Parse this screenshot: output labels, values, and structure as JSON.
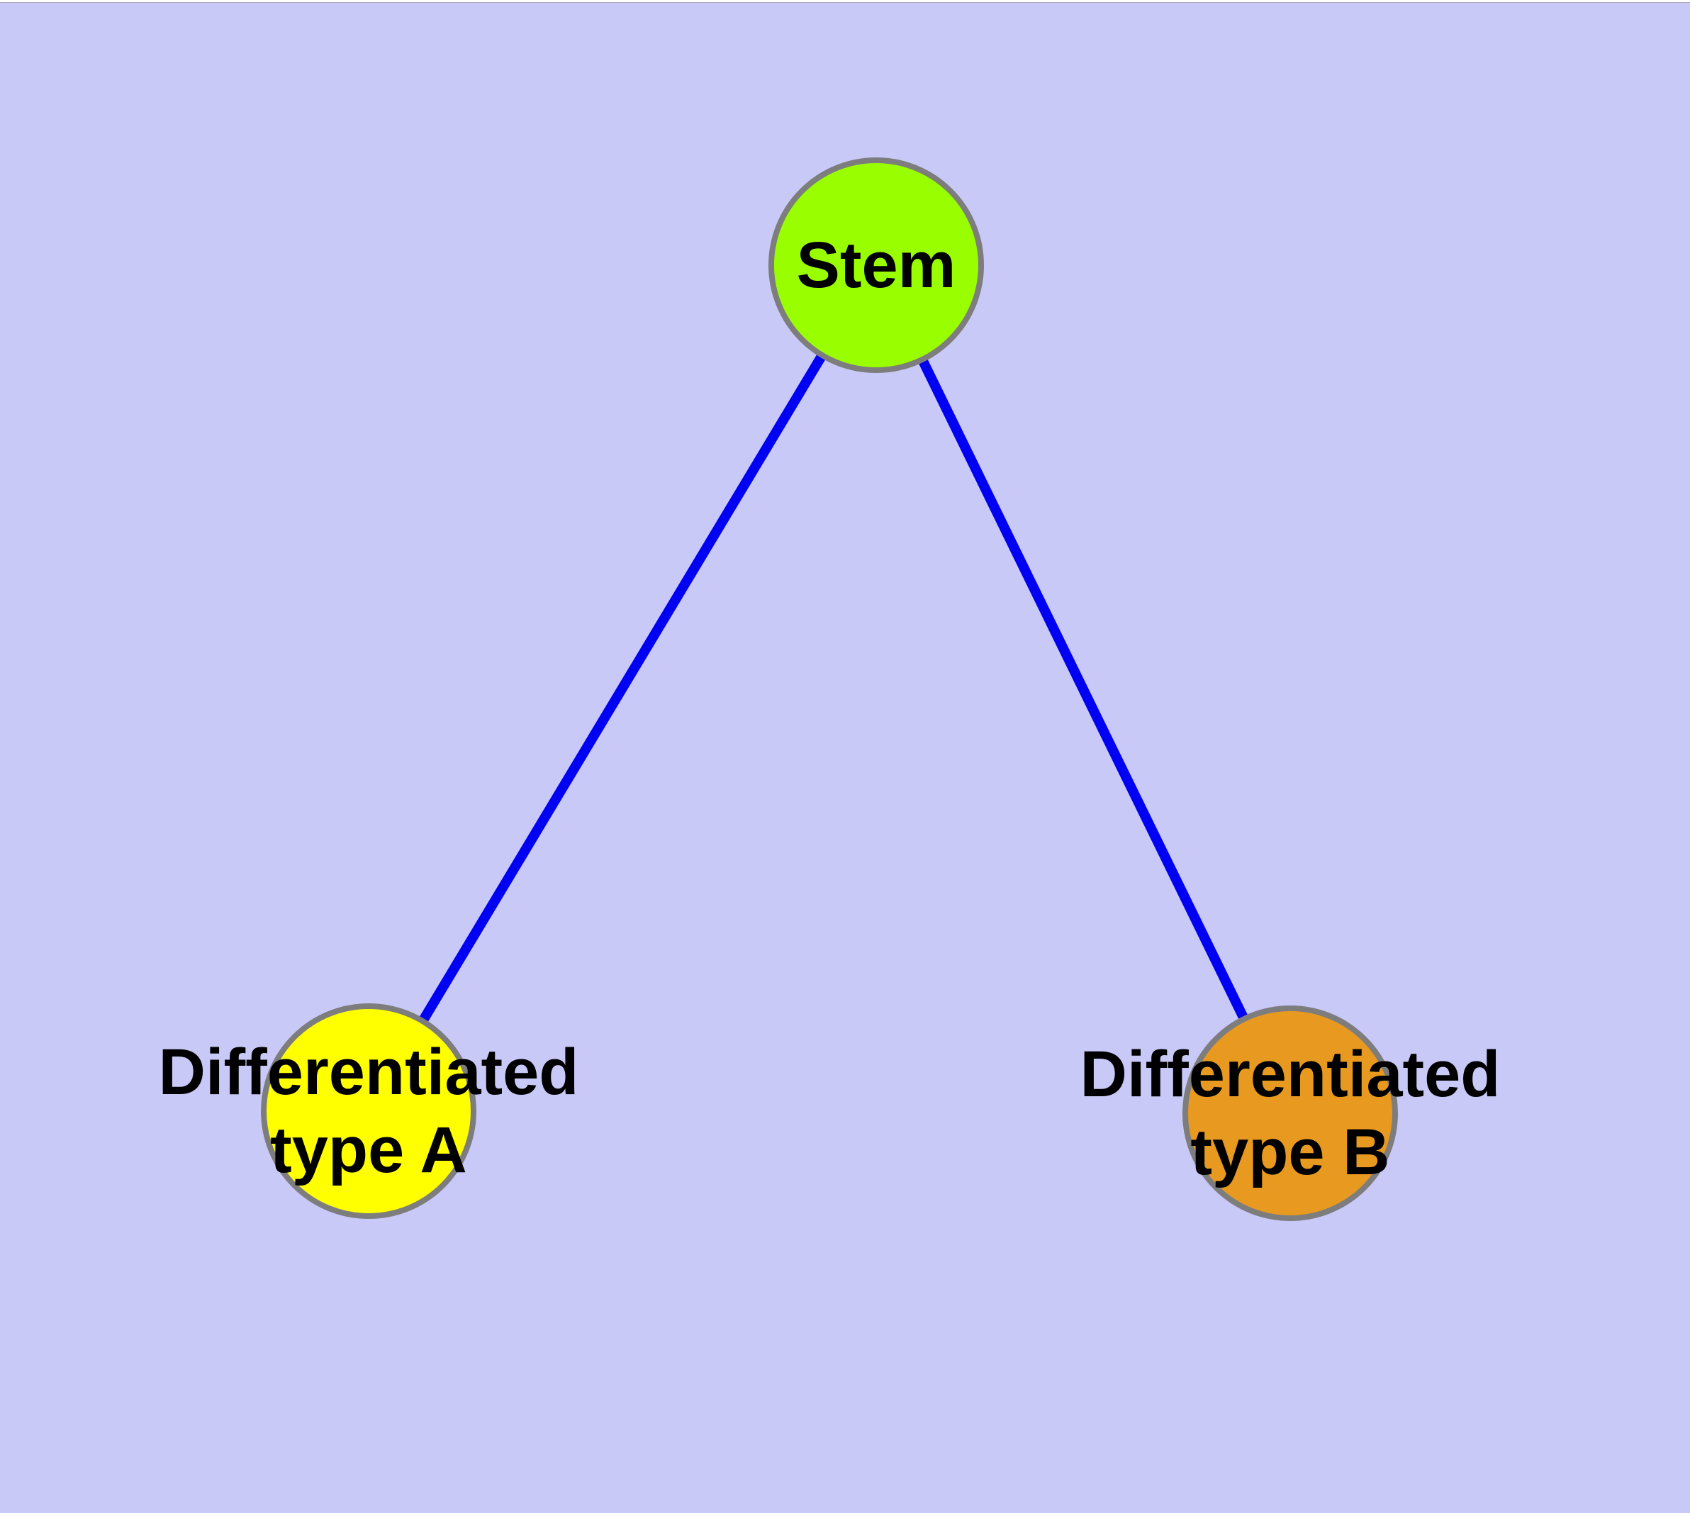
{
  "diagram": {
    "background_color": "#c9c9f8",
    "top_hairline_color": "#aab",
    "node_border_color": "#7d7d7d",
    "edge_color": "#0000f2",
    "nodes": {
      "stem": {
        "label": "Stem",
        "fill": "#99ff00"
      },
      "type_a": {
        "label": "Differentiated\ntype A",
        "fill": "#ffff00"
      },
      "type_b": {
        "label": "Differentiated\ntype B",
        "fill": "#e89a20"
      }
    },
    "edges": [
      {
        "from": "Stem",
        "to": "Differentiated type A"
      },
      {
        "from": "Stem",
        "to": "Differentiated type B"
      }
    ]
  }
}
